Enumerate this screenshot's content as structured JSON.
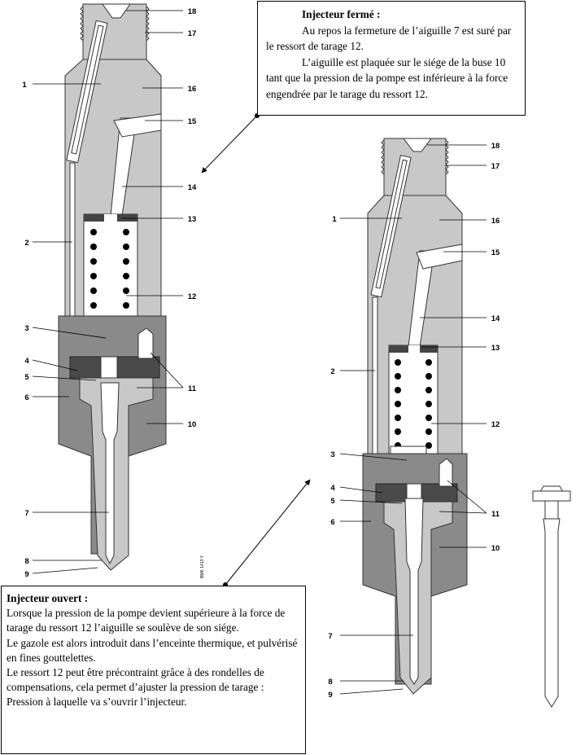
{
  "closed_injector": {
    "title": "Injecteur fermé :",
    "paragraph_1": "Au repos la fermeture de l’aiguille 7 est suré par le ressort de tarage 12.",
    "paragraph_2": "L’aiguille est plaquée sur le siége de la buse 10 tant que la pression de la pompe est inférieure à la force engendrée par le tarage du ressort 12."
  },
  "open_injector": {
    "title": "Injecteur ouvert :",
    "paragraph_1": "Lorsque la pression de la pompe devient supérieure à la force de tarage du ressort 12 l’aiguille se soulève de son siége.",
    "paragraph_2": "Le gazole est alors introduit dans l’enceinte thermique, et pulvérisé en fines gouttelettes.",
    "paragraph_3": "Le ressort 12 peut être précontraint grâce à des rondelles de compensations, cela permet d’ajuster la pression de tarage : Pression à laquelle va s’ouvrir l’injecteur."
  },
  "left_labels": {
    "l1": "1",
    "l2": "2",
    "l3": "3",
    "l4": "4",
    "l5": "5",
    "l6": "6",
    "l7": "7",
    "l8": "8",
    "l9": "9",
    "l10": "10",
    "l11": "11",
    "l12": "12",
    "l13": "13",
    "l14": "14",
    "l15": "15",
    "l16": "16",
    "l17": "17",
    "l18": "18"
  },
  "right_labels": {
    "l1": "1",
    "l2": "2",
    "l3": "3",
    "l4": "4",
    "l5": "5",
    "l6": "6",
    "l7": "7",
    "l8": "8",
    "l9": "9",
    "l10": "10",
    "l11": "11",
    "l12": "12",
    "l13": "13",
    "l14": "14",
    "l15": "15",
    "l16": "16",
    "l17": "17",
    "l18": "18"
  },
  "figure_code": "BMK 1413 Y"
}
